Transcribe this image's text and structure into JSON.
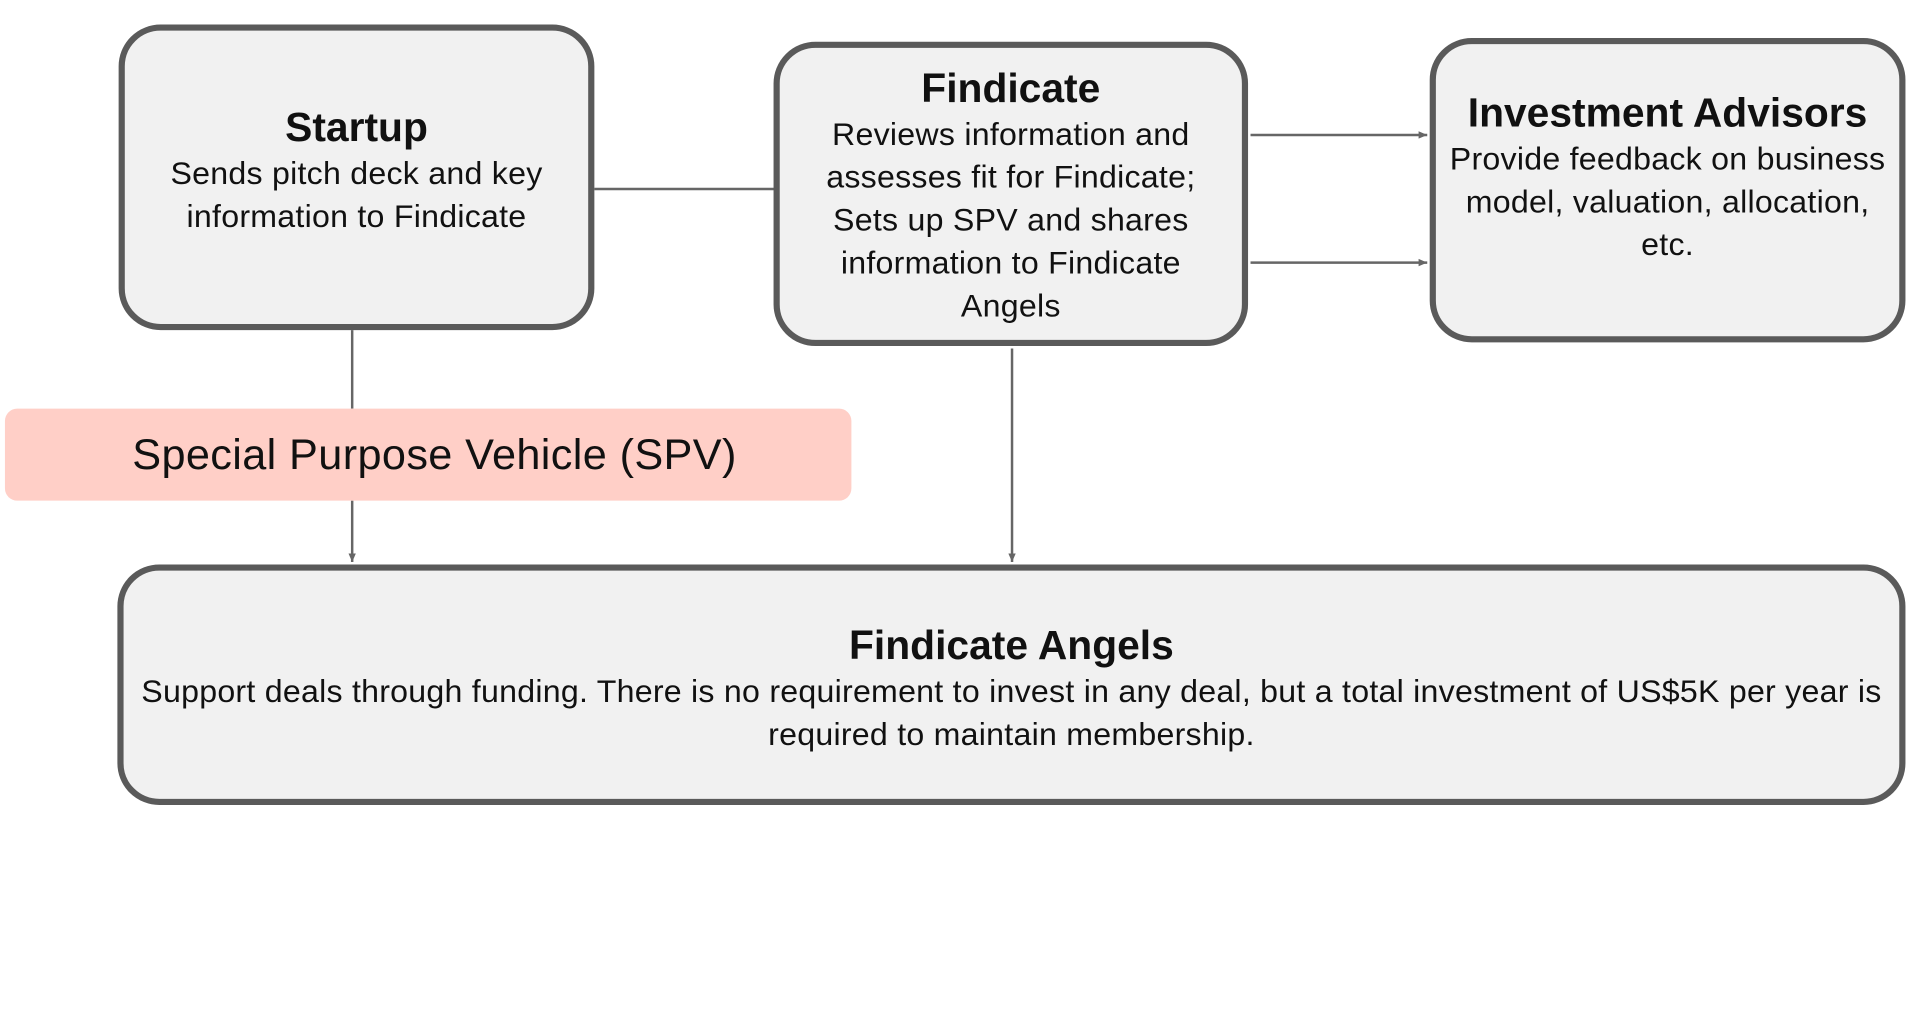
{
  "colors": {
    "node_fill": "#f1f1f1",
    "node_border": "#5a5a5a",
    "spv_fill": "#ffcfc7",
    "connector": "#666666",
    "text": "#111111"
  },
  "nodes": {
    "startup": {
      "title": "Startup",
      "description": "Sends pitch deck and key information to Findicate"
    },
    "findicate": {
      "title": "Findicate",
      "description": "Reviews information and assesses fit for Findicate; Sets up SPV and shares information to Findicate Angels"
    },
    "investment_advisors": {
      "title": "Investment Advisors",
      "description": "Provide feedback on business model, valuation, allocation, etc."
    },
    "findicate_angels": {
      "title": "Findicate Angels",
      "description": "Support deals through funding. There is no requirement to invest in any deal, but a total investment of US$5K per year is required to maintain membership."
    }
  },
  "spv_label": "Special Purpose Vehicle (SPV)"
}
